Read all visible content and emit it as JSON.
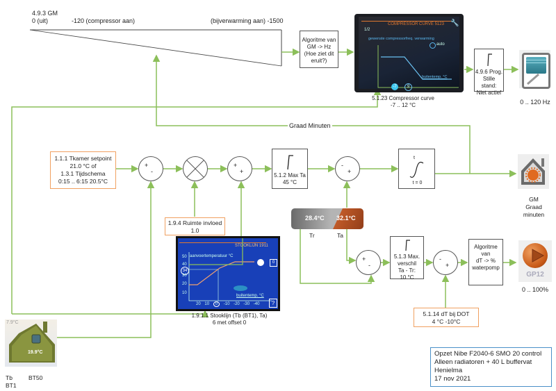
{
  "gm_scale": {
    "title": "4.9.3 GM",
    "label_off": "0 (uit)",
    "label_compressor": "-120 (compressor aan)",
    "label_aux": "(bijverwarming aan) -1500"
  },
  "blocks": {
    "algo_gm_hz": [
      "Algoritme van",
      "GM -> Hz",
      "(Hoe ziet dit",
      "eruit?)"
    ],
    "compressor_curve_caption": [
      "5.1.23 Compressor curve",
      "-7 .. 12 °C"
    ],
    "compressor_screen": {
      "title": "COMPRESSOR CURVE 5123",
      "page": "1/2",
      "subtitle": "gewenste compressorfreq. verwarming",
      "auto": "auto",
      "axis": "buitentemp. °C",
      "min_label": "-7",
      "max_label": "9"
    },
    "silent_mode": [
      "4.9.6  Prog.",
      "Stille stand:",
      "Niet actief"
    ],
    "compressor_output": "0 .. 120 Hz",
    "graad_minuten_label": "Graad Minuten",
    "setpoint": [
      "1.1.1 Tkamer setpoint",
      "21.0 °C of",
      "1.3.1 Tijdschema",
      "0:15 .. 6:15 20.5°C"
    ],
    "room_influence": [
      "1.9.4 Ruimte invloed",
      "1.0"
    ],
    "max_ta": [
      "5.1.2  Max Ta",
      "45 °C"
    ],
    "integrator": {
      "top": "t",
      "bottom": "t = 0"
    },
    "gm_output": [
      "GM",
      "Graad",
      "minuten"
    ],
    "temps": {
      "tr_value": "28.4°C",
      "ta_value": "32.1°C",
      "tr_label": "Tr",
      "ta_label": "Ta"
    },
    "heating_curve_caption": [
      "1.9.1.1 Stooklijn (Tb (BT1), Ta)",
      "6 met offset 0"
    ],
    "heating_curve_screen": {
      "title": "STOOKLIJN 1911",
      "ylabel": "aanvoertemperatuur °C",
      "xlabel": "buitentemp. °C",
      "y_ticks": [
        "50",
        "40",
        "34",
        "30",
        "20",
        "10"
      ],
      "x_ticks": [
        "20",
        "10",
        "0",
        "-10",
        "-20",
        "-30",
        "-40"
      ],
      "offset": "0",
      "help": "?"
    },
    "max_diff": [
      "5.1.3  Max.",
      "verschil",
      "Ta - Tr:",
      "10 °C"
    ],
    "dt_dot": [
      "5.1.14 dT bij DOT",
      "4 °C  -10°C"
    ],
    "algo_pump": [
      "Algoritme van",
      "dT -> %",
      "waterpomp"
    ],
    "pump_label": "GP12",
    "pump_output": "0  .. 100%",
    "house": {
      "outdoor_temp": "7.9°C",
      "indoor_temp": "19.9°C",
      "tb_label": "Tb",
      "bt1_label": "BT1",
      "bt50_label": "BT50"
    }
  },
  "signs": {
    "sum1": [
      "+",
      "-"
    ],
    "sum2": [
      "+",
      "+"
    ],
    "sum3": [
      "-",
      "+"
    ],
    "sum4": [
      "+",
      "-"
    ],
    "sum5": [
      "-",
      "+"
    ]
  },
  "note": [
    "Opzet Nibe F2040-6 SMO 20 control",
    "Alleen radiatoren + 40 L buffervat",
    "Henielma",
    "17 nov 2021"
  ],
  "colors": {
    "wire": "#8cbf5a",
    "orange_border": "#f0a060",
    "note_border": "#4a90c8"
  }
}
